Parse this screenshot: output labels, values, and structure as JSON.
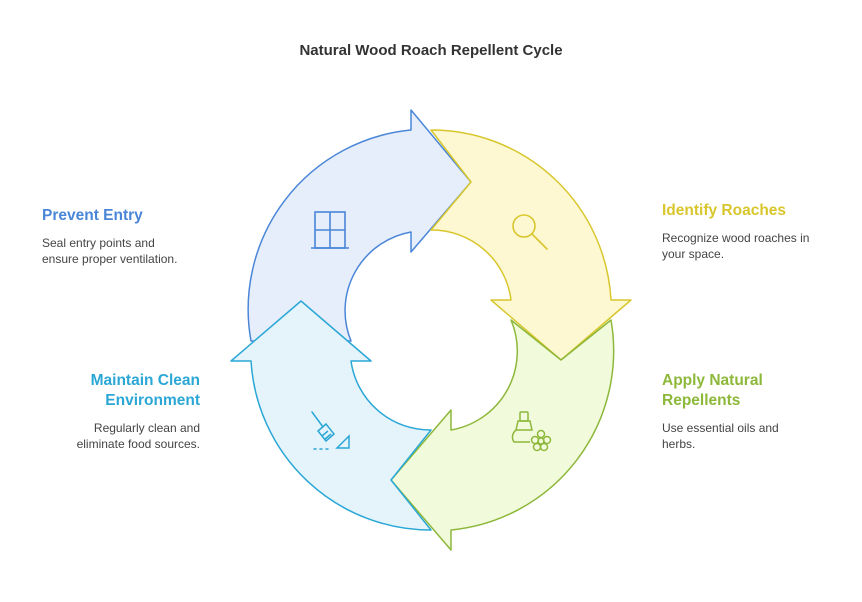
{
  "title": "Natural Wood Roach Repellent Cycle",
  "stages": {
    "identify": {
      "heading": "Identify Roaches",
      "desc": [
        "Recognize wood roaches in",
        "your space."
      ],
      "color": "#d8c62c",
      "fill": "#fdf8d2",
      "icon": "magnifier-icon"
    },
    "apply": {
      "heading": "Apply Natural",
      "heading2": "Repellents",
      "desc": [
        "Use essential oils and",
        "herbs."
      ],
      "color": "#8db83a",
      "fill": "#f2fadc",
      "icon": "oil-bottle-flower-icon"
    },
    "maintain": {
      "heading": "Maintain Clean",
      "heading2": "Environment",
      "desc": [
        "Regularly clean and",
        "eliminate food sources."
      ],
      "color": "#2ba7d6",
      "fill": "#e5f4fb",
      "icon": "broom-icon"
    },
    "prevent": {
      "heading": "Prevent Entry",
      "desc": [
        "Seal entry points and",
        "ensure proper ventilation."
      ],
      "color": "#4a86d8",
      "fill": "#e7eefb",
      "icon": "window-icon"
    }
  }
}
